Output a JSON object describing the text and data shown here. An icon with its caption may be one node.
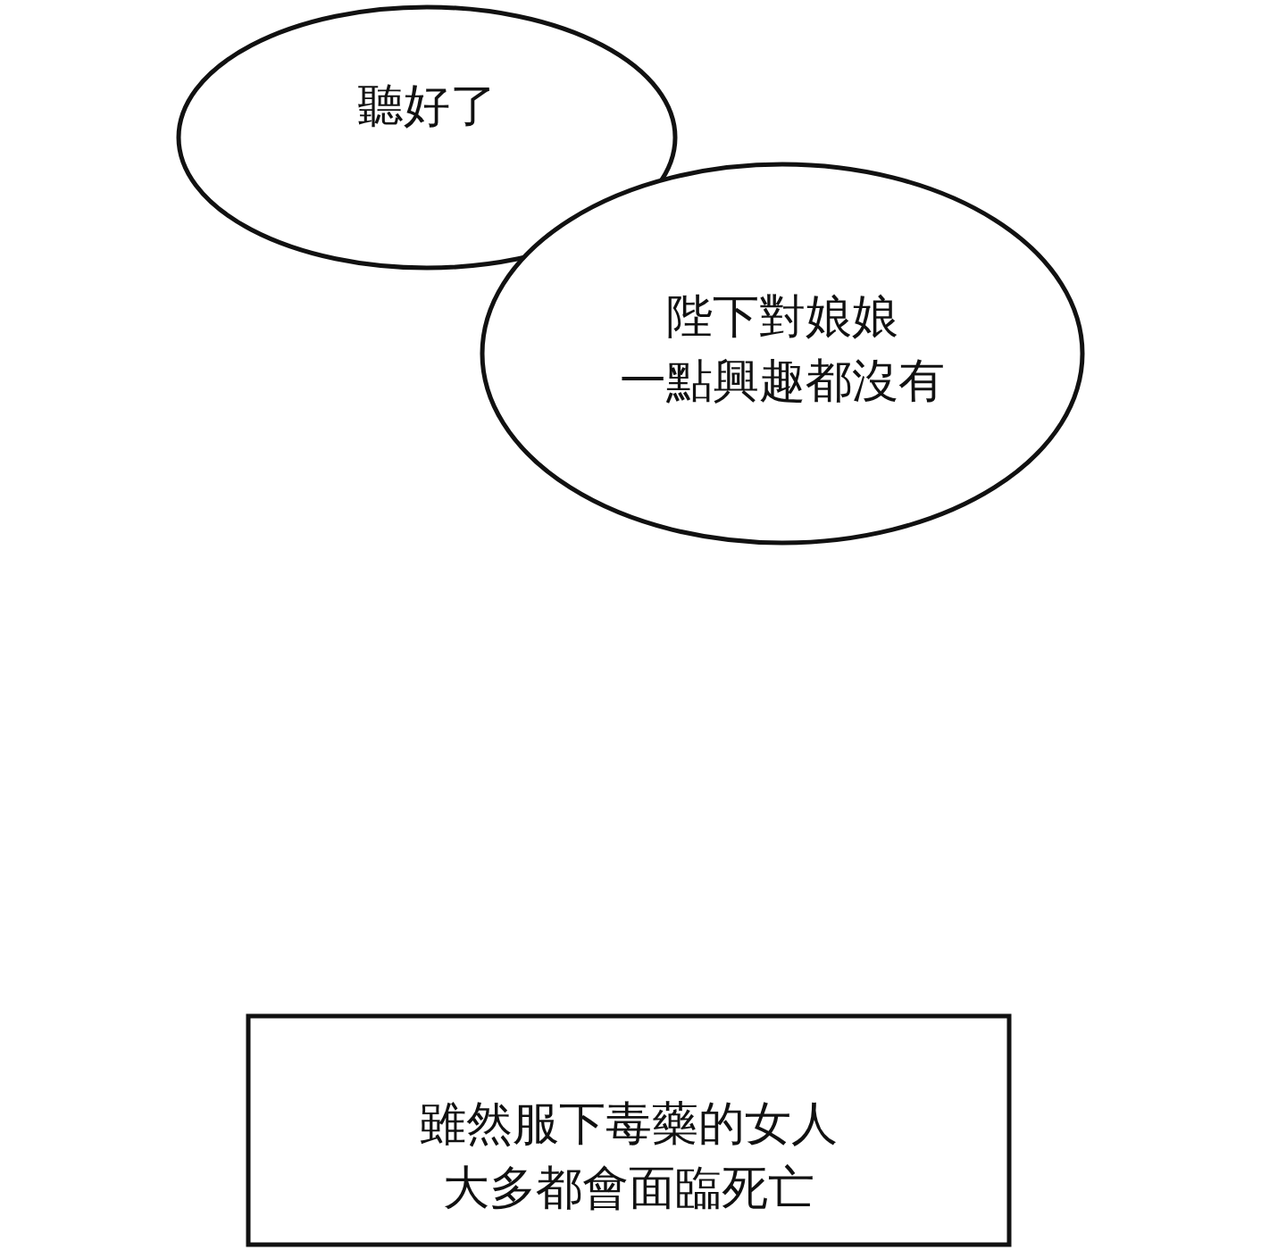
{
  "diagram": {
    "nodes": [
      {
        "text": [
          "聽好了"
        ]
      },
      {
        "text": [
          "陛下對娘娘一點興趣都沒有"
        ]
      },
      {
        "text": [
          "雖然服下毒藥的女人大多都會面臨死亡"
        ]
      }
    ]
  }
}
